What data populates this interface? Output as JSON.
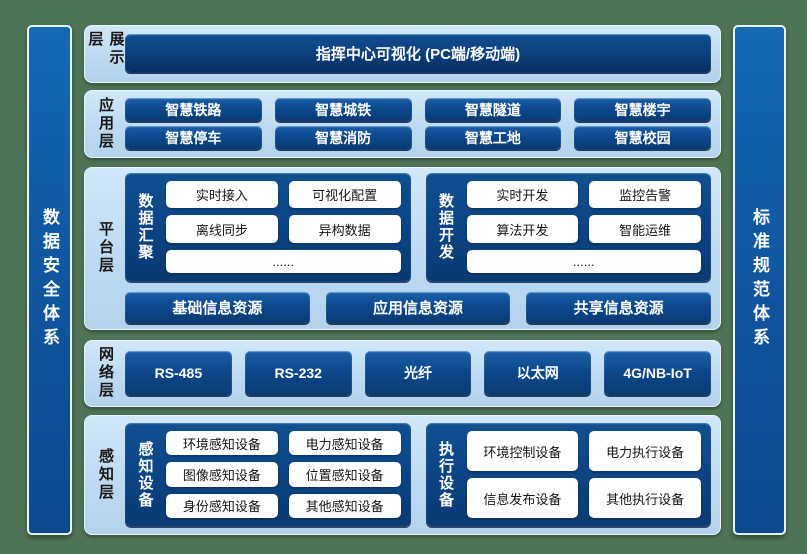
{
  "diagram": {
    "left_pillar": "数据安全体系",
    "right_pillar": "标准规范体系",
    "layers": {
      "display": {
        "label": "展示层",
        "box": "指挥中心可视化 (PC端/移动端)"
      },
      "application": {
        "label": "应用层",
        "items": [
          "智慧铁路",
          "智慧城铁",
          "智慧隧道",
          "智慧楼宇",
          "智慧停车",
          "智慧消防",
          "智慧工地",
          "智慧校园"
        ]
      },
      "platform": {
        "label": "平台层",
        "groups": [
          {
            "label": "数据汇聚",
            "items": [
              "实时接入",
              "可视化配置",
              "离线同步",
              "异构数据",
              "......"
            ]
          },
          {
            "label": "数据开发",
            "items": [
              "实时开发",
              "监控告警",
              "算法开发",
              "智能运维",
              "......"
            ]
          }
        ],
        "resources": [
          "基础信息资源",
          "应用信息资源",
          "共享信息资源"
        ]
      },
      "network": {
        "label": "网络层",
        "items": [
          "RS-485",
          "RS-232",
          "光纤",
          "以太网",
          "4G/NB-IoT"
        ]
      },
      "perception": {
        "label": "感知层",
        "groups": [
          {
            "label": "感知设备",
            "items": [
              "环境感知设备",
              "电力感知设备",
              "图像感知设备",
              "位置感知设备",
              "身份感知设备",
              "其他感知设备"
            ]
          },
          {
            "label": "执行设备",
            "items": [
              "环境控制设备",
              "电力执行设备",
              "信息发布设备",
              "其他执行设备"
            ]
          }
        ]
      }
    },
    "colors": {
      "background": "#4e7355",
      "panel_light_blue": "#bedaf2",
      "box_dark_blue": "#0c4484",
      "pillar_blue": "#0f559d",
      "chip_white": "#ffffff"
    }
  }
}
